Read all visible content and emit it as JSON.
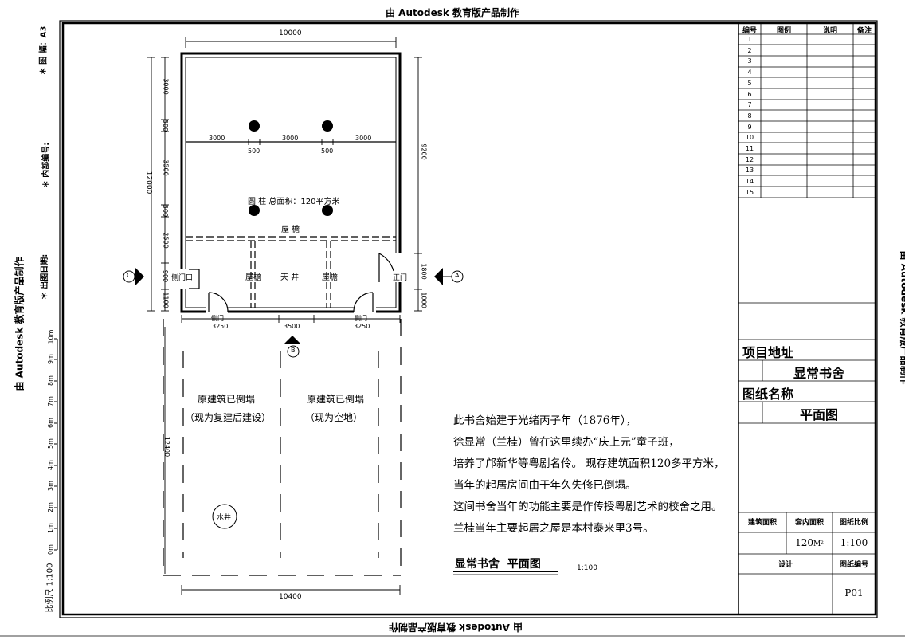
{
  "watermark": {
    "text": "由 Autodesk 教育版产品制作"
  },
  "left_margin": {
    "sheet_size": "＊  图  幅：A3",
    "internal_no": "＊ 内部编号:",
    "issue_date": "＊ 出图日期:",
    "scale_label": "比例尺 1:100",
    "scale_ticks": [
      "0m",
      "1m",
      "2m",
      "3m",
      "4m",
      "5m",
      "6m",
      "7m",
      "8m",
      "9m",
      "10m"
    ]
  },
  "plan": {
    "dims": {
      "top_width": "10000",
      "bottom_width": "10400",
      "left_total": "12000",
      "left_segments": [
        "3000",
        "500",
        "3500",
        "500",
        "2500",
        "900",
        "1100"
      ],
      "right_top": "9200",
      "right_mid": "1800",
      "right_bot": "1000",
      "row_spans": [
        "3000",
        "3000",
        "3000"
      ],
      "col_gaps": [
        "500",
        "500"
      ],
      "bottom_spans": [
        "3250",
        "3500",
        "3250"
      ],
      "lot_height": "12400"
    },
    "labels": {
      "column_note": "圆 柱 总面积：120平方米",
      "eave_top": "屋 檐",
      "eave_left": "屋檐",
      "eave_right": "屋檐",
      "courtyard": "天 井",
      "side_door_west": "侧门口",
      "main_door": "正门",
      "side_door_1": "侧门",
      "side_door_2": "侧门",
      "ruin_left_1": "原建筑已倒塌",
      "ruin_left_2": "（现为复建后建设）",
      "ruin_right_1": "原建筑已倒塌",
      "ruin_right_2": "（现为空地）",
      "well": "水井",
      "marker_a": "A",
      "marker_b": "B",
      "marker_c": "C"
    }
  },
  "description": {
    "lines": [
      "此书舍始建于光绪丙子年（1876年），",
      "徐显常（兰桂）曾在这里续办“庆上元”童子班，",
      "培养了邝新华等粤剧名伶。 现存建筑面积120多平方米，",
      "当年的起居房间由于年久失修已倒塌。",
      "这间书舍当年的功能主要是作传授粤剧艺术的校舍之用。",
      "兰桂当年主要起居之屋是本村泰来里3号。"
    ],
    "plan_title": "显常书舍  平面图",
    "plan_scale": "1:100"
  },
  "title_block": {
    "legend_headers": [
      "编号",
      "图例",
      "说明",
      "备注"
    ],
    "legend_rows": [
      "1",
      "2",
      "3",
      "4",
      "5",
      "6",
      "7",
      "8",
      "9",
      "10",
      "11",
      "12",
      "13",
      "14",
      "15"
    ],
    "project_address_label": "项目地址",
    "project_address_value": "显常书舍",
    "drawing_name_label": "图纸名称",
    "drawing_name_value": "平面图",
    "building_area_label": "建筑面积",
    "indoor_area_label": "套内面积",
    "drawing_scale_label": "图纸比例",
    "indoor_area_value": "120",
    "indoor_area_unit": "M²",
    "drawing_scale_value": "1:100",
    "design_label": "设计",
    "drawing_no_label": "图纸编号",
    "drawing_no_value": "P01"
  }
}
